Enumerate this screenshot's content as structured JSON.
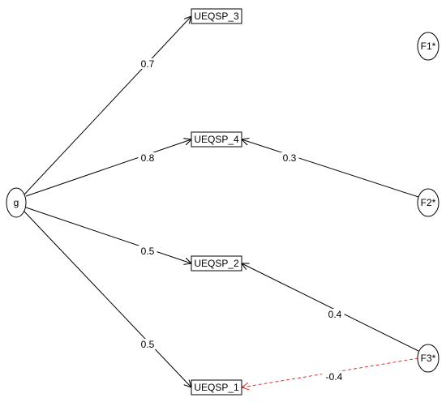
{
  "diagram": {
    "nodes": [
      {
        "id": "g",
        "label": "g",
        "shape": "ellipse"
      },
      {
        "id": "uqs3",
        "label": "UEQSP_3",
        "shape": "rect"
      },
      {
        "id": "uqs4",
        "label": "UEQSP_4",
        "shape": "rect"
      },
      {
        "id": "uqs2",
        "label": "UEQSP_2",
        "shape": "rect"
      },
      {
        "id": "uqs1",
        "label": "UEQSP_1",
        "shape": "rect"
      },
      {
        "id": "f1",
        "label": "F1*",
        "shape": "ellipse"
      },
      {
        "id": "f2",
        "label": "F2*",
        "shape": "ellipse"
      },
      {
        "id": "f3",
        "label": "F3*",
        "shape": "ellipse"
      }
    ],
    "edges": [
      {
        "from": "g",
        "to": "uqs3",
        "label": "0.7",
        "color": "#000000",
        "dashed": false
      },
      {
        "from": "g",
        "to": "uqs4",
        "label": "0.8",
        "color": "#000000",
        "dashed": false
      },
      {
        "from": "g",
        "to": "uqs2",
        "label": "0.5",
        "color": "#000000",
        "dashed": false
      },
      {
        "from": "g",
        "to": "uqs1",
        "label": "0.5",
        "color": "#000000",
        "dashed": false
      },
      {
        "from": "f2",
        "to": "uqs4",
        "label": "0.3",
        "color": "#000000",
        "dashed": false
      },
      {
        "from": "f3",
        "to": "uqs2",
        "label": "0.4",
        "color": "#000000",
        "dashed": false
      },
      {
        "from": "f3",
        "to": "uqs1",
        "label": "-0.4",
        "color": "#e03030",
        "dashed": true
      }
    ]
  }
}
